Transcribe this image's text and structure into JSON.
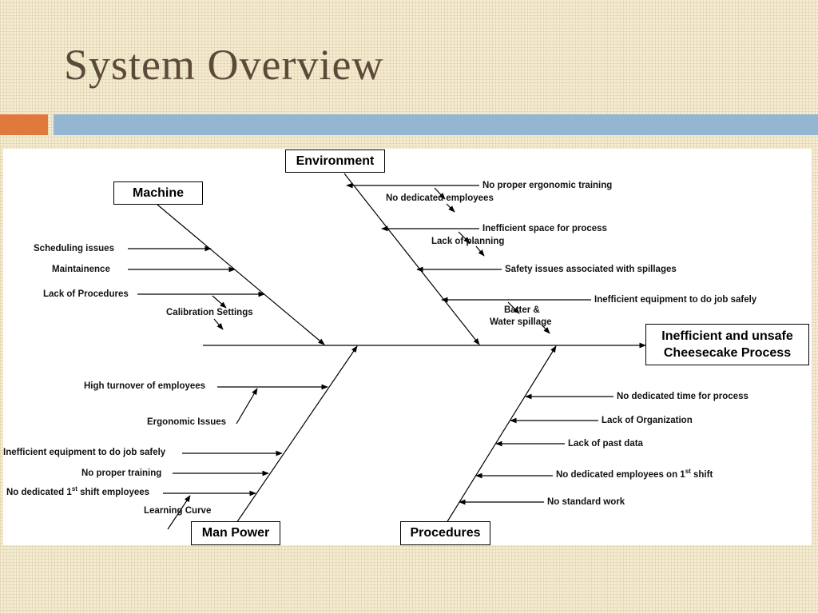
{
  "slide": {
    "title": "System Overview",
    "accent_orange": "#e07a3c",
    "accent_blue": "#94b6d2"
  },
  "diagram": {
    "effect_line1": "Inefficient and unsafe",
    "effect_line2": "Cheesecake Process",
    "categories": {
      "machine": "Machine",
      "environment": "Environment",
      "man_power": "Man Power",
      "procedures": "Procedures"
    },
    "machine_causes": [
      "Scheduling issues",
      "Maintainence",
      "Lack of Procedures",
      "Calibration Settings"
    ],
    "environment_causes": [
      "No proper ergonomic training",
      "No dedicated employees",
      "Inefficient space for process",
      "Lack of planning",
      "Safety issues associated with spillages",
      "Inefficient equipment to do job safely",
      "Batter &",
      "Water spillage"
    ],
    "man_power_causes": [
      "High turnover of employees",
      "Ergonomic Issues",
      "Inefficient equipment to do job safely",
      "No proper training",
      "No dedicated 1",
      "st",
      " shift employees",
      "Learning Curve"
    ],
    "procedures_causes": [
      "No dedicated time for process",
      "Lack of Organization",
      "Lack of past data",
      "No dedicated employees on 1",
      "st",
      " shift",
      "No standard work"
    ]
  }
}
